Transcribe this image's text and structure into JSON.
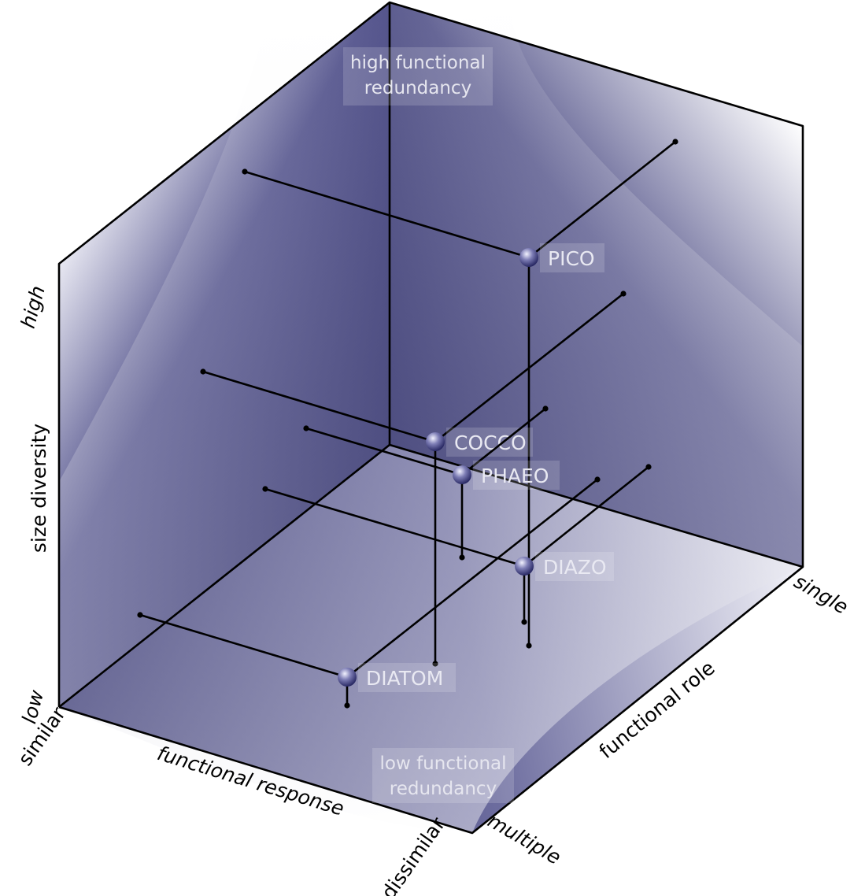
{
  "axes": {
    "vertical": {
      "label": "size diversity",
      "low": "low",
      "high": "high"
    },
    "response": {
      "label": "functional response",
      "low": "similar",
      "high": "dissimilar"
    },
    "role": {
      "label": "functional role",
      "low": "multiple",
      "high": "single"
    }
  },
  "regions": {
    "high_line1": "high functional",
    "high_line2": "redundancy",
    "low_line1": "low functional",
    "low_line2": "redundancy"
  },
  "groups": [
    {
      "name": "PICO"
    },
    {
      "name": "COCCO"
    },
    {
      "name": "PHAEO"
    },
    {
      "name": "DIAZO"
    },
    {
      "name": "DIATOM"
    }
  ],
  "colors": {
    "cube_dark": "#0c0c52",
    "cube_light": "#ffffff",
    "sphere": "#6d6da6",
    "label_box": "#ffffff"
  }
}
